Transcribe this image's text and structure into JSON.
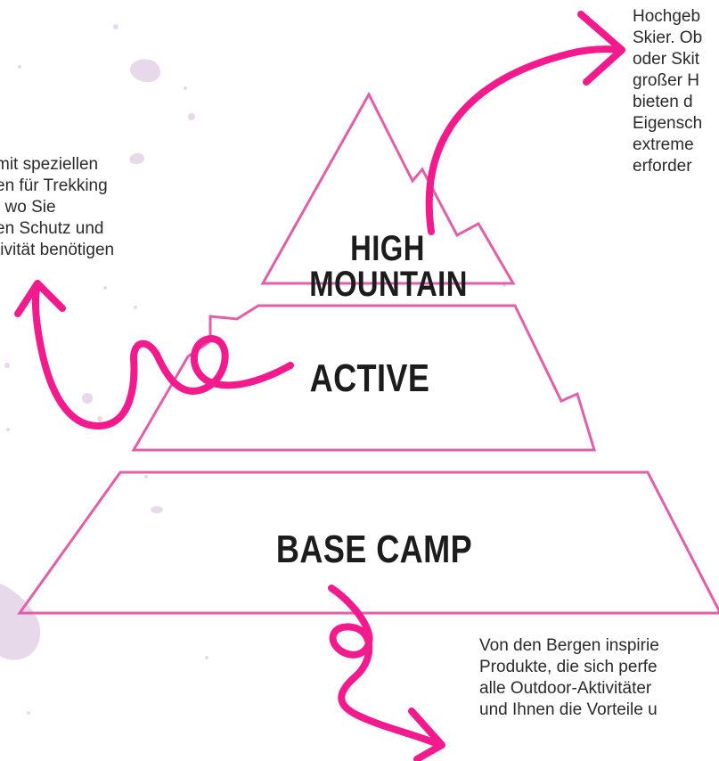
{
  "colors": {
    "outline": "#e25fa8",
    "arrow": "#f21a8c",
    "splash": "#e7d8ea",
    "text": "#2a2a2a"
  },
  "tiers": {
    "high_mountain": {
      "line1": "HIGH",
      "line2": "MOUNTAIN"
    },
    "active": {
      "label": "ACTIVE"
    },
    "base_camp": {
      "label": "BASE CAMP"
    }
  },
  "descriptions": {
    "high_mountain": "Bekleidu\nHochgeb\nSkier. Ob\noder Skit\ngroßer H\nbieten d\nEigensch\nextreme\nerforder",
    "active": "mit speziellen\nen für Trekking\n, wo Sie\nen Schutz und\ntivität benötigen",
    "base_camp": "Von den Bergen inspirie\nProdukte, die sich perfe\nalle Outdoor-Aktivitäter\nund Ihnen die Vorteile u"
  },
  "icons": {
    "arrow_high_mountain": "curved-arrow-up-right-icon",
    "arrow_active": "looped-arrow-up-left-icon",
    "arrow_base_camp": "looped-arrow-down-right-icon"
  }
}
